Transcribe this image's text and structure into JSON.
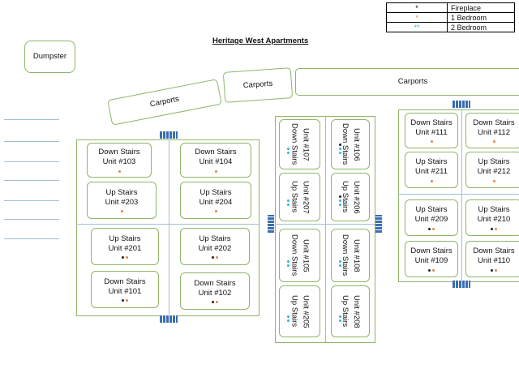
{
  "legend": [
    {
      "symbol": "*",
      "label": "Fireplace",
      "color": "#000000"
    },
    {
      "symbol": "*",
      "label": "1 Bedroom",
      "color": "#e08a4a"
    },
    {
      "symbol": "**",
      "label": "2 Bedroom",
      "color": "#3bb3d9"
    }
  ],
  "title": "Heritage West Apartments",
  "dumpster": "Dumpster",
  "carports": [
    "Carports",
    "Carports",
    "Carports"
  ],
  "colors": {
    "fireplace": "#222222",
    "one_bedroom": "#e08a4a",
    "two_bedroom": "#3bb3d9",
    "outline": "#8fb56a",
    "stairs": "#3a6fb0"
  },
  "buildings": {
    "left": [
      {
        "line1": "Down Stairs",
        "line2": "Unit #103"
      },
      {
        "line1": "Down Stairs",
        "line2": "Unit #104"
      },
      {
        "line1": "Up Stairs",
        "line2": "Unit #203"
      },
      {
        "line1": "Up Stairs",
        "line2": "Unit #204"
      },
      {
        "line1": "Up Stairs",
        "line2": "Unit #201"
      },
      {
        "line1": "Up Stairs",
        "line2": "Unit #202"
      },
      {
        "line1": "Down Stairs",
        "line2": "Unit #101"
      },
      {
        "line1": "Down Stairs",
        "line2": "Unit #102"
      }
    ],
    "middle": [
      {
        "line1": "Down Stairs",
        "line2": "Unit #107"
      },
      {
        "line1": "Down Stairs",
        "line2": "Unit #106"
      },
      {
        "line1": "Up Stairs",
        "line2": "Unit #207"
      },
      {
        "line1": "Up Stairs",
        "line2": "Unit #206"
      },
      {
        "line1": "Down Stairs",
        "line2": "Unit #105"
      },
      {
        "line1": "Down Stairs",
        "line2": "Unit #108"
      },
      {
        "line1": "Up Stairs",
        "line2": "Unit #205"
      },
      {
        "line1": "Up Stairs",
        "line2": "Unit #208"
      }
    ],
    "right": [
      {
        "line1": "Down Stairs",
        "line2": "Unit #111"
      },
      {
        "line1": "Down Stairs",
        "line2": "Unit #112"
      },
      {
        "line1": "Up Stairs",
        "line2": "Unit #211"
      },
      {
        "line1": "Up Stairs",
        "line2": "Unit #212"
      },
      {
        "line1": "Up Stairs",
        "line2": "Unit #209"
      },
      {
        "line1": "Up Stairs",
        "line2": "Unit #210"
      },
      {
        "line1": "Down Stairs",
        "line2": "Unit #109"
      },
      {
        "line1": "Down Stairs",
        "line2": "Unit #110"
      }
    ]
  }
}
